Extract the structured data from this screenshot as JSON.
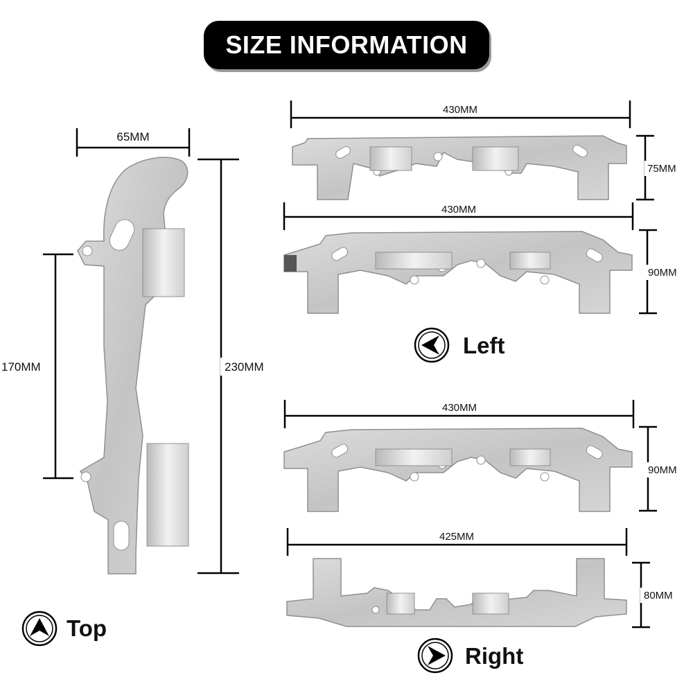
{
  "title": "SIZE INFORMATION",
  "labels": {
    "top": "Top",
    "left": "Left",
    "right": "Right"
  },
  "top_part": {
    "width": "65MM",
    "hole_span": "170MM",
    "height": "230MM"
  },
  "left_parts": [
    {
      "width": "430MM",
      "height": "75MM"
    },
    {
      "width": "430MM",
      "height": "90MM"
    }
  ],
  "right_parts": [
    {
      "width": "430MM",
      "height": "90MM"
    },
    {
      "width": "425MM",
      "height": "80MM"
    }
  ],
  "icons": {
    "top": "arrow-up-circle-icon",
    "left": "arrow-left-circle-icon",
    "right": "arrow-right-circle-icon"
  },
  "colors": {
    "banner": "#000000",
    "metal": "#c9c9c9",
    "metal_edge": "#8f8f8f"
  }
}
